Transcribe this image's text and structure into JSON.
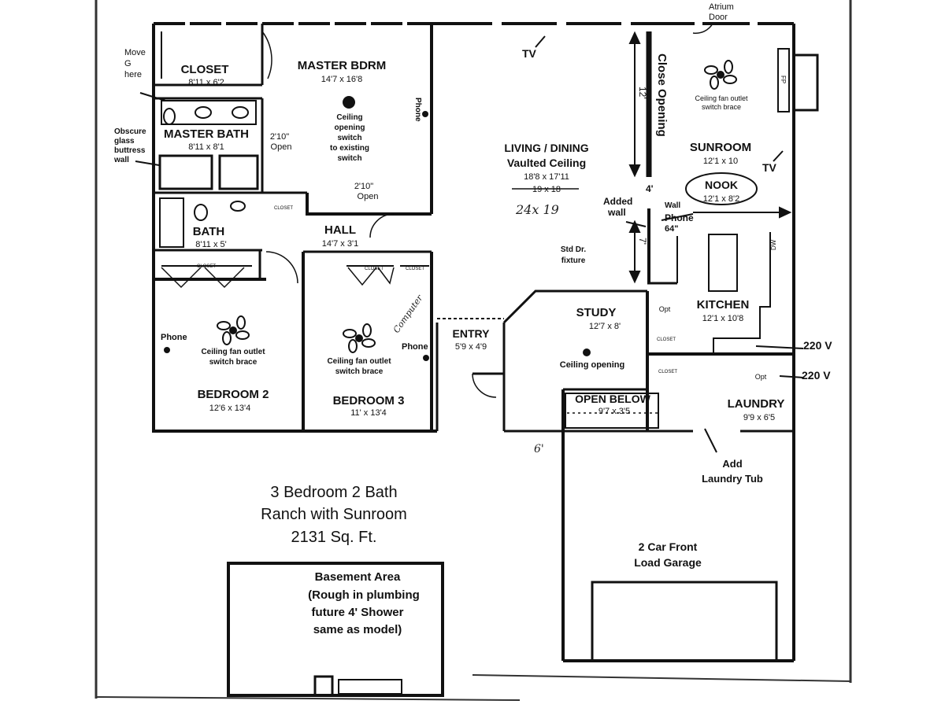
{
  "colors": {
    "ink": "#111111",
    "paper": "#ffffff",
    "scan_edge": "#333333"
  },
  "rooms": [
    {
      "name": "CLOSET",
      "dims": "8'11 x 6'2"
    },
    {
      "name": "MASTER BDRM",
      "dims": "14'7 x 16'8"
    },
    {
      "name": "MASTER BATH",
      "dims": "8'11 x 8'1"
    },
    {
      "name": "BATH",
      "dims": "8'11 x 5'"
    },
    {
      "name": "HALL",
      "dims": "14'7 x 3'1"
    },
    {
      "name": "LIVING / DINING",
      "line2": "Vaulted Ceiling",
      "dims": "18'8 x 17'11",
      "crossed": "19 x 18"
    },
    {
      "name": "SUNROOM",
      "dims": "12'1 x 10"
    },
    {
      "name": "NOOK",
      "dims": "12'1 x 8'2"
    },
    {
      "name": "KITCHEN",
      "dims": "12'1 x 10'8"
    },
    {
      "name": "STUDY",
      "dims": "12'7 x 8'"
    },
    {
      "name": "ENTRY",
      "dims": "5'9 x 4'9"
    },
    {
      "name": "BEDROOM 2",
      "dims": "12'6 x 13'4"
    },
    {
      "name": "BEDROOM 3",
      "dims": "11' x 13'4"
    },
    {
      "name": "OPEN BELOW",
      "dims": "9'7 x 3'5"
    },
    {
      "name": "LAUNDRY",
      "dims": "9'9 x 6'5"
    }
  ],
  "garage": {
    "line1": "2 Car Front",
    "line2": "Load Garage"
  },
  "title": {
    "line1": "3 Bedroom 2 Bath",
    "line2": "Ranch with Sunroom",
    "line3": "2131 Sq. Ft."
  },
  "basement": {
    "line1": "Basement Area",
    "line2": "(Rough in plumbing",
    "line3": "future 4' Shower",
    "line4": "same as model)"
  },
  "notes": {
    "move_g_1": "Move",
    "move_g_2": "G",
    "move_g_3": "here",
    "obscure_1": "Obscure",
    "obscure_2": "glass",
    "obscure_3": "buttress",
    "obscure_4": "wall",
    "atrium_1": "Atrium",
    "atrium_2": "Door",
    "tv": "TV",
    "close_opening": "Close Opening",
    "twelve": "12'",
    "four": "4'",
    "seven": "7'",
    "fan_1": "Ceiling fan outlet",
    "fan_2": "switch brace",
    "mb_ceiling_1": "Ceiling",
    "mb_ceiling_2": "opening",
    "mb_ceiling_3": "switch",
    "mb_ceiling_4": "to existing",
    "mb_ceiling_5": "switch",
    "open_210": "2'10\"",
    "open_word": "Open",
    "phone": "Phone",
    "added_wall_1": "Added",
    "added_wall_2": "wall",
    "wall_phone_1": "Wall",
    "wall_phone_2": "Phone",
    "wall_phone_3": "64\"",
    "std_fixture_1": "Std Dr.",
    "std_fixture_2": "fixture",
    "ceiling_opening": "Ceiling opening",
    "v220": "220 V",
    "laundry_tub_1": "Add",
    "laundry_tub_2": "Laundry Tub",
    "hand_24x19": "24x 19",
    "hand_computer": "Computer",
    "hand_6": "6'",
    "closet_small": "CLOSET",
    "opt": "Opt",
    "fp": "FP",
    "dw": "DW"
  }
}
